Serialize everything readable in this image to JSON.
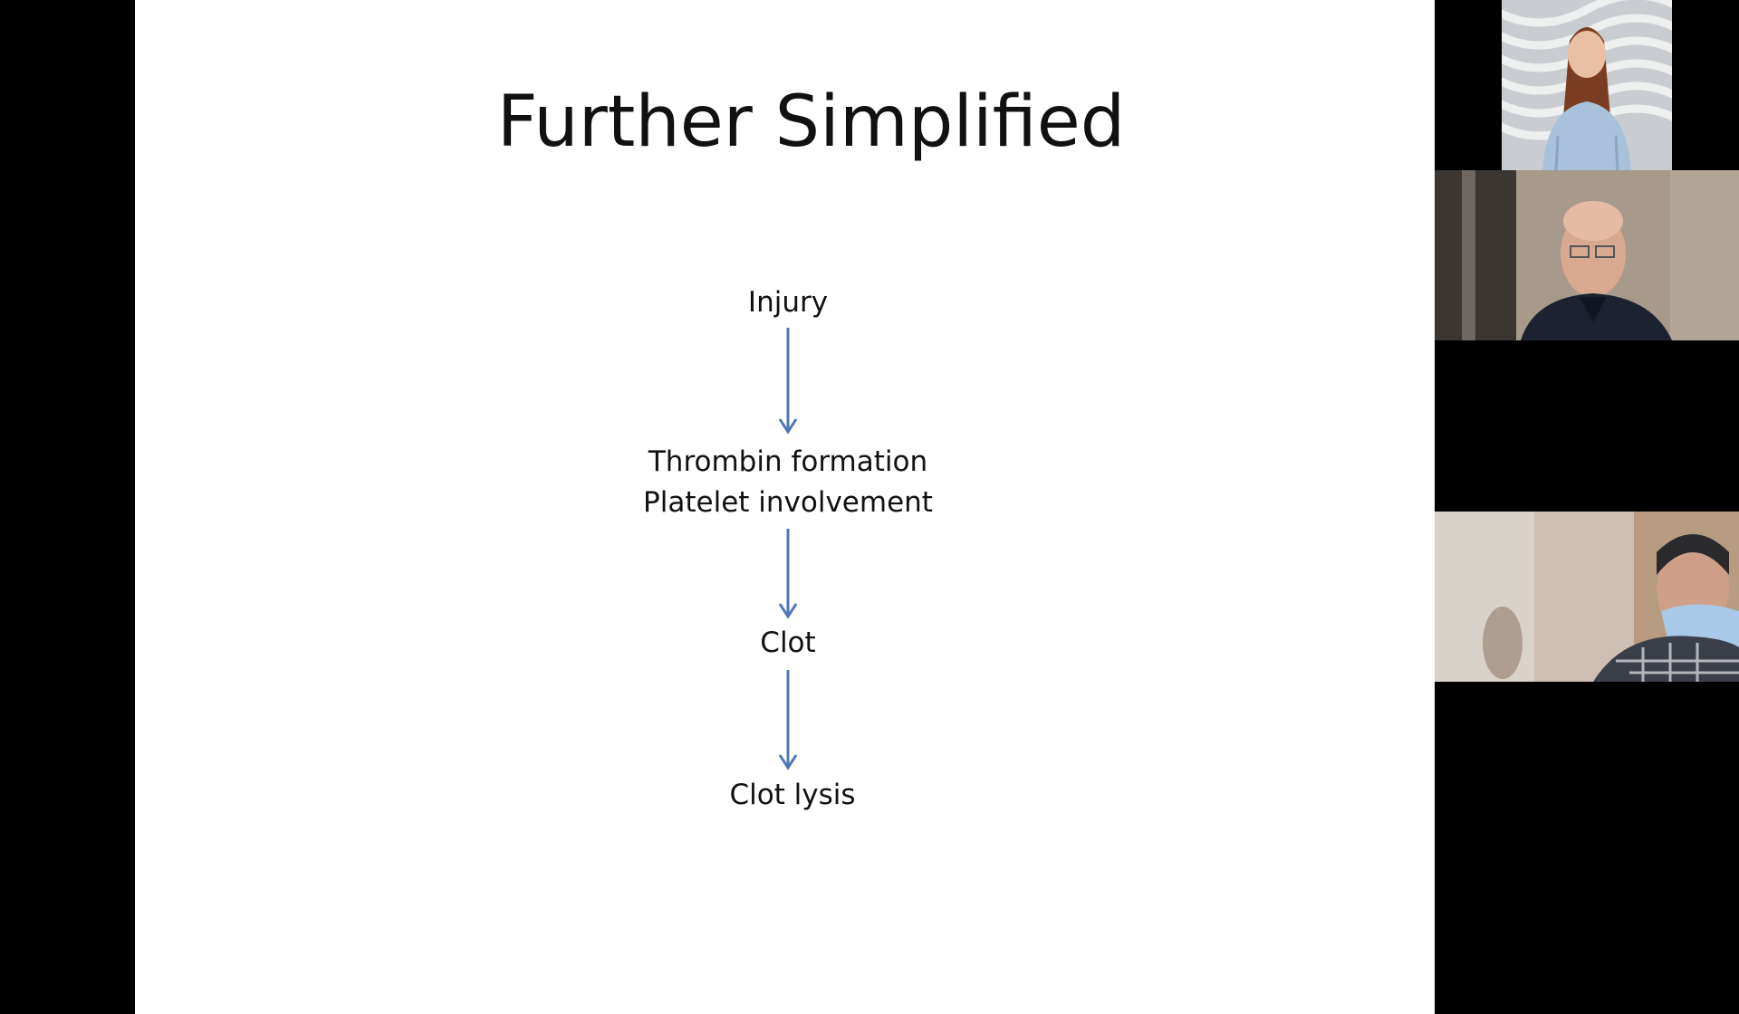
{
  "slide": {
    "title": "Further Simplified",
    "flow": {
      "step1": "Injury",
      "step2_line1": "Thrombin formation",
      "step2_line2": "Platelet involvement",
      "step3": "Clot",
      "step4": "Clot lysis"
    }
  },
  "colors": {
    "arrow": "#4f77b3",
    "slide_background": "#ffffff",
    "letterbox": "#000000"
  },
  "participants": [
    {
      "icon": "participant-video-woman"
    },
    {
      "icon": "participant-video-man-glasses"
    },
    {
      "icon": "participant-video-man-mask"
    }
  ]
}
